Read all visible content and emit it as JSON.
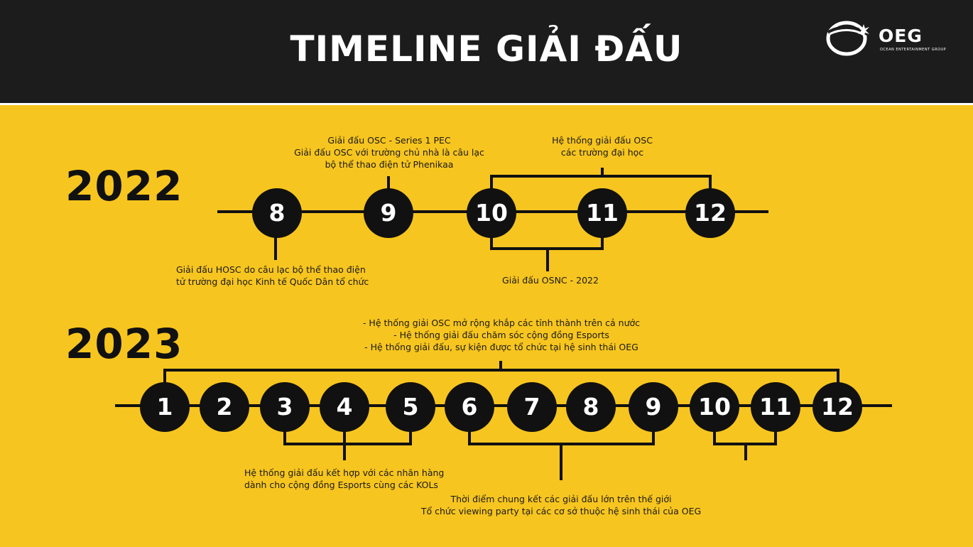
{
  "header": {
    "title": "TIMELINE GIẢI ĐẤU",
    "logo_text": "OEG",
    "logo_subtitle": "OCEAN ENTERTAINMENT GROUP"
  },
  "timeline_2022": {
    "year": "2022",
    "months": [
      "8",
      "9",
      "10",
      "11",
      "12"
    ],
    "events": {
      "hosc": [
        "Giải đấu HOSC do câu lạc bộ thể thao điện",
        "tử trường đại học Kinh tế Quốc Dân tổ chức"
      ],
      "osc_series": [
        "Giải đấu OSC - Series 1 PEC",
        "Giải đấu OSC với trường chủ nhà là câu lạc",
        "bộ thể thao điện tử Phenikaa"
      ],
      "osc_system": [
        "Hệ thống giải đấu OSC",
        "các trường đại học"
      ],
      "osnc": [
        "Giải đấu OSNC - 2022"
      ]
    }
  },
  "timeline_2023": {
    "year": "2023",
    "months": [
      "1",
      "2",
      "3",
      "4",
      "5",
      "6",
      "7",
      "8",
      "9",
      "10",
      "11",
      "12"
    ],
    "events": {
      "yearly": [
        "- Hệ thống giải OSC mở rộng khắp các tỉnh thành trên cả nước",
        "- Hệ thống giải đấu chăm sóc cộng đồng Esports",
        "- Hệ thống giải đấu, sự kiện được tổ chức tại hệ sinh thái OEG"
      ],
      "brands": [
        "Hệ thống giải đấu kết hợp với các nhãn hàng",
        "dành cho cộng đồng Esports cùng các KOLs"
      ],
      "viewing": [
        "Thời điểm chung kết các giải đấu lớn trên thế giới",
        "Tổ chức viewing party tại các cơ sở thuộc hệ sinh thái của OEG"
      ]
    }
  },
  "colors": {
    "background": "#f7c51f",
    "header": "#1c1c1c",
    "node": "#111111",
    "node_text": "#ffffff"
  }
}
